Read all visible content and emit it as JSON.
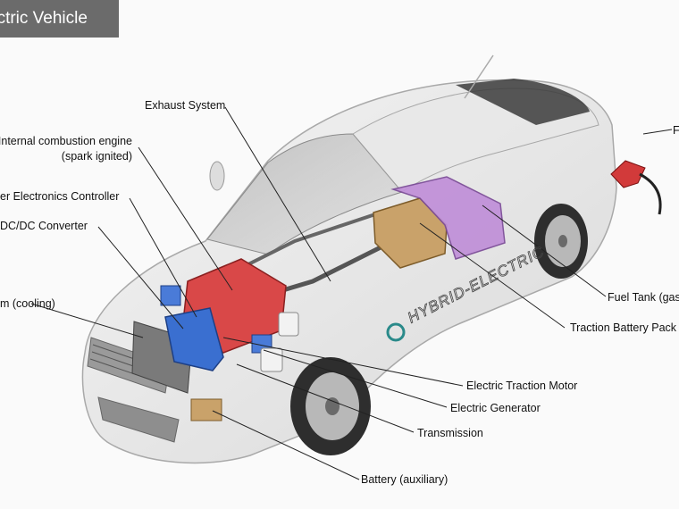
{
  "header": {
    "title": "ectric Vehicle"
  },
  "labels": {
    "exhaust": "Exhaust System",
    "ice_line1": "Internal combustion engine",
    "ice_line2": "(spark ignited)",
    "pec": "er Electronics Controller",
    "dcdc": "DC/DC Converter",
    "cooling": "m (cooling)",
    "fuel_filler": "F",
    "fuel_tank": "Fuel Tank (gaso",
    "traction_pack": "Traction Battery Pack",
    "motor": "Electric Traction Motor",
    "generator": "Electric Generator",
    "transmission": "Transmission",
    "battery_aux": "Battery (auxiliary)"
  },
  "car_text": {
    "side_lettering": "HYBRID-ELECTRIC"
  },
  "colors": {
    "engine": "#d94848",
    "motor": "#3a6fd0",
    "traction_pack": "#c08fd8",
    "battery_box": "#c9a26a",
    "nozzle": "#d23a3a"
  }
}
